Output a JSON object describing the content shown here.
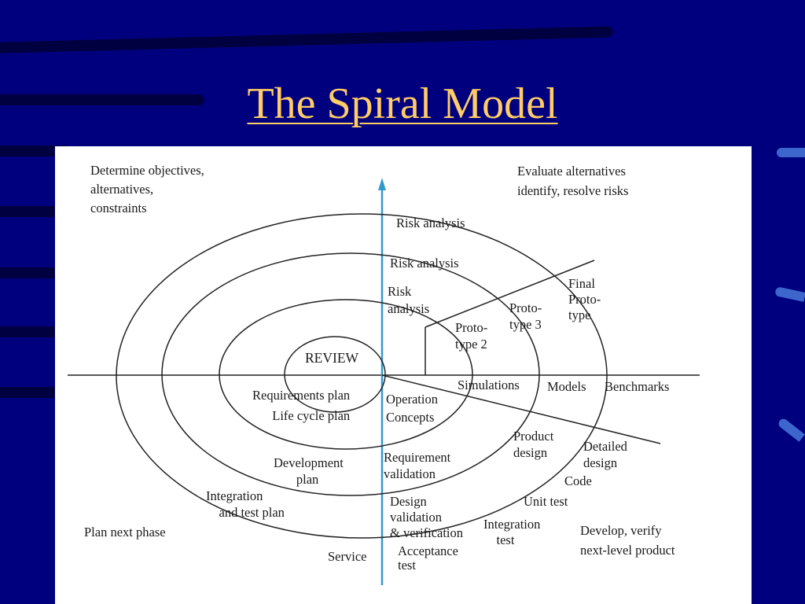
{
  "slide": {
    "title": "The Spiral Model"
  },
  "diagram": {
    "quadrants": {
      "top_left": "Determine objectives,\nalternatives,\nconstraints",
      "top_right": "Evaluate alternatives\nidentify, resolve risks",
      "bottom_left": "Plan next phase",
      "bottom_right": "Develop, verify\nnext-level product"
    },
    "labels": {
      "risk1": "Risk analysis",
      "risk2": "Risk analysis",
      "risk3": "Risk\nanalysis",
      "final_proto": "Final\nProto-\ntype",
      "proto3": "Proto-\ntype 3",
      "proto2": "Proto-\ntype 2",
      "review": "REVIEW",
      "simulations": "Simulations",
      "models": "Models",
      "benchmarks": "Benchmarks",
      "req_plan": "Requirements plan\nLife cycle plan",
      "op_concepts": "Operation\nConcepts",
      "dev_plan": "Development\n       plan",
      "req_valid": "Requirement\nvalidation",
      "product_design": "Product\ndesign",
      "detailed_design": "Detailed\ndesign",
      "code": "Code",
      "int_test_plan": "Integration\n    and test plan",
      "design_valid": "Design\nvalidation\n& verification",
      "unit_test": "Unit test",
      "integration_test": "Integration\n    test",
      "acceptance_test": "Acceptance\ntest",
      "service": "Service"
    }
  }
}
